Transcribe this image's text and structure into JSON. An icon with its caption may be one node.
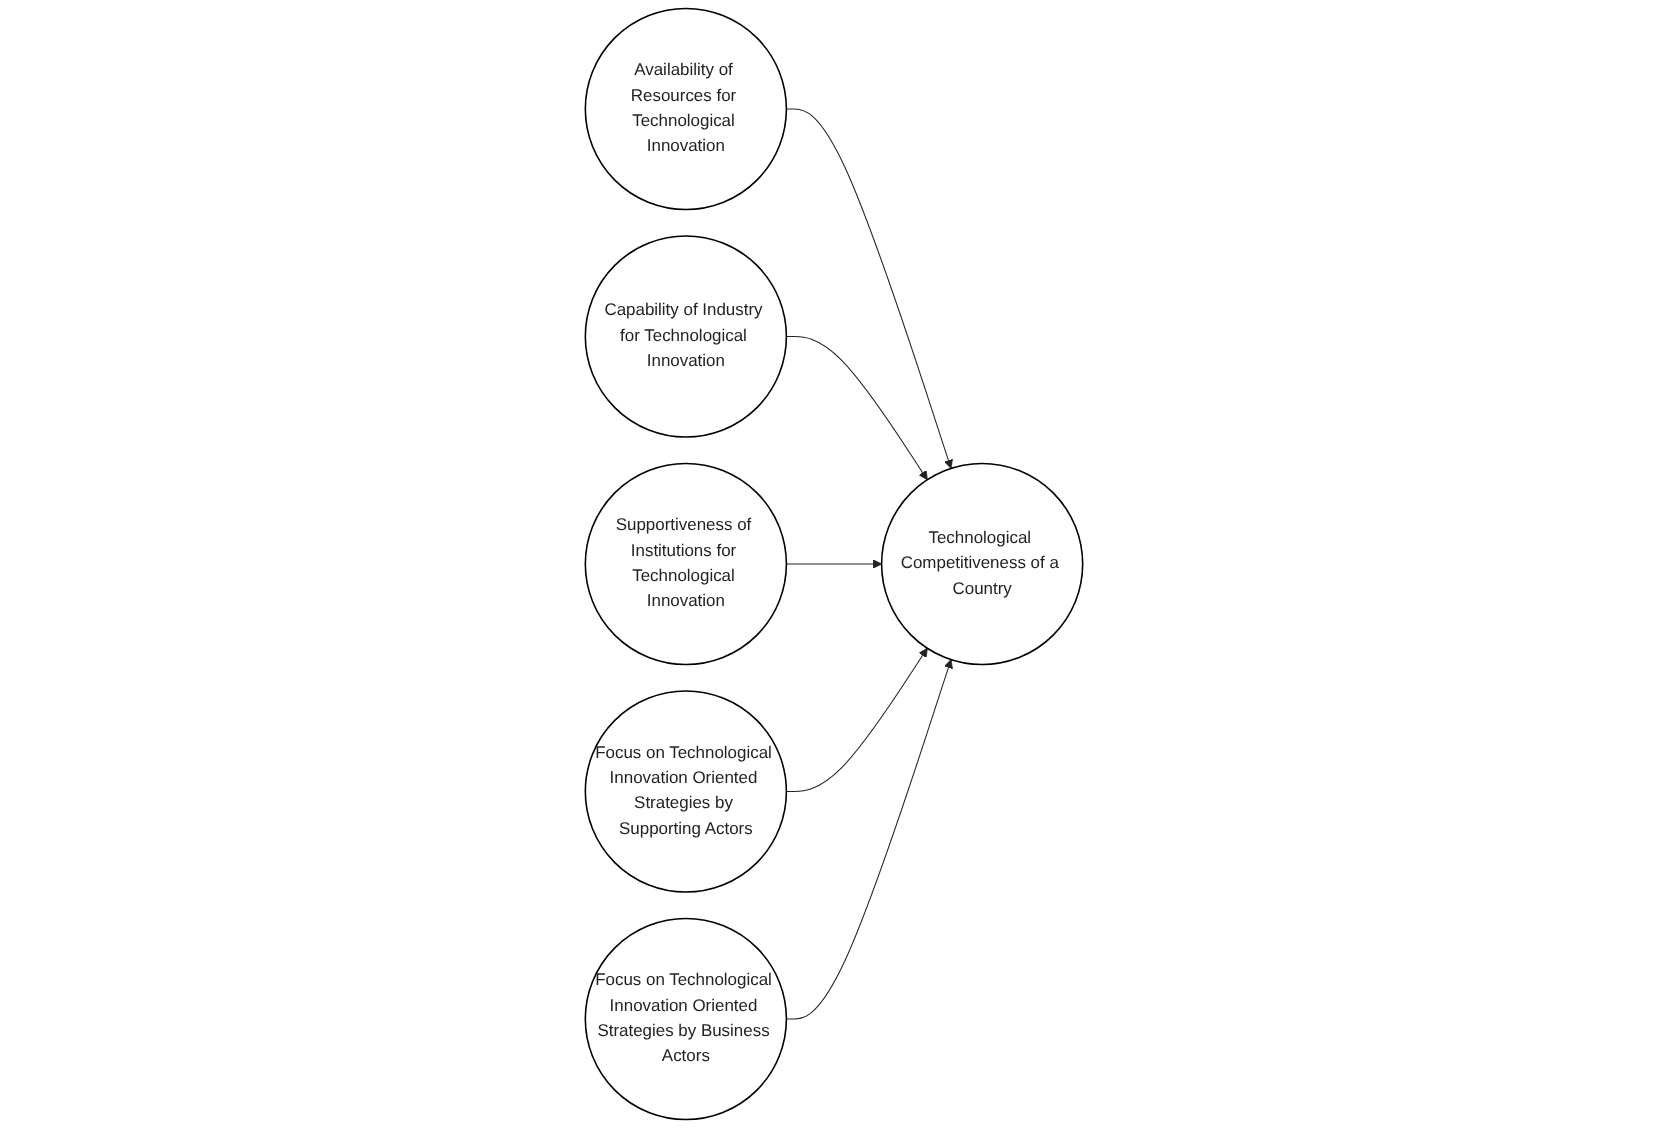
{
  "diagram": {
    "nodes": [
      {
        "text": [
          "Availability of Resources for Technological Innovation"
        ]
      },
      {
        "text": [
          "Capability of Industry for Technological Innovation"
        ]
      },
      {
        "text": [
          "Supportiveness of Institutions for Technological Innovation"
        ]
      },
      {
        "text": [
          "Technological Competitiveness of a Country"
        ]
      },
      {
        "text": [
          "Focus on Technological Innovation Oriented Strategies by Supporting Actors"
        ]
      },
      {
        "text": [
          "Focus on Technological Innovation Oriented Strategies by Business Actors"
        ]
      }
    ],
    "edges": [
      {
        "from": 0,
        "to": 3,
        "arrow": "to"
      },
      {
        "from": 1,
        "to": 3,
        "arrow": "to"
      },
      {
        "from": 2,
        "to": 3,
        "arrow": "to"
      },
      {
        "from": 4,
        "to": 3,
        "arrow": "to"
      },
      {
        "from": 5,
        "to": 3,
        "arrow": "to"
      }
    ]
  }
}
